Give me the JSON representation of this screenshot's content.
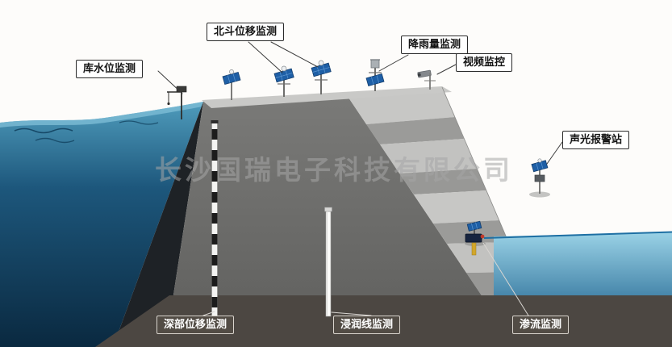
{
  "watermark": "长沙国瑞电子科技有限公司",
  "labels": {
    "reservoir_level": "库水位监测",
    "beidou_displacement": "北斗位移监测",
    "rainfall": "降雨量监测",
    "video_surveillance": "视频监控",
    "audio_visual_alarm": "声光报警站",
    "deep_displacement": "深部位移监测",
    "phreatic_line": "浸润线监测",
    "seepage": "渗流监测"
  },
  "colors": {
    "reservoir_water_top": "#4f9cbc",
    "reservoir_water_bottom": "#0a2940",
    "tailwater_top": "#9ad2e6",
    "tailwater_bottom": "#4787ab",
    "dam_front": "#6b6b69",
    "dam_step_light": "#c7c7c5",
    "dam_step_mid": "#9b9b99",
    "dam_crest": "#c9c9c7",
    "ground": "#4c4742",
    "solar_panel": "#1e5fa6",
    "borehole_black": "#1c1c1c",
    "watermark_gray": "#a6a6a6"
  }
}
